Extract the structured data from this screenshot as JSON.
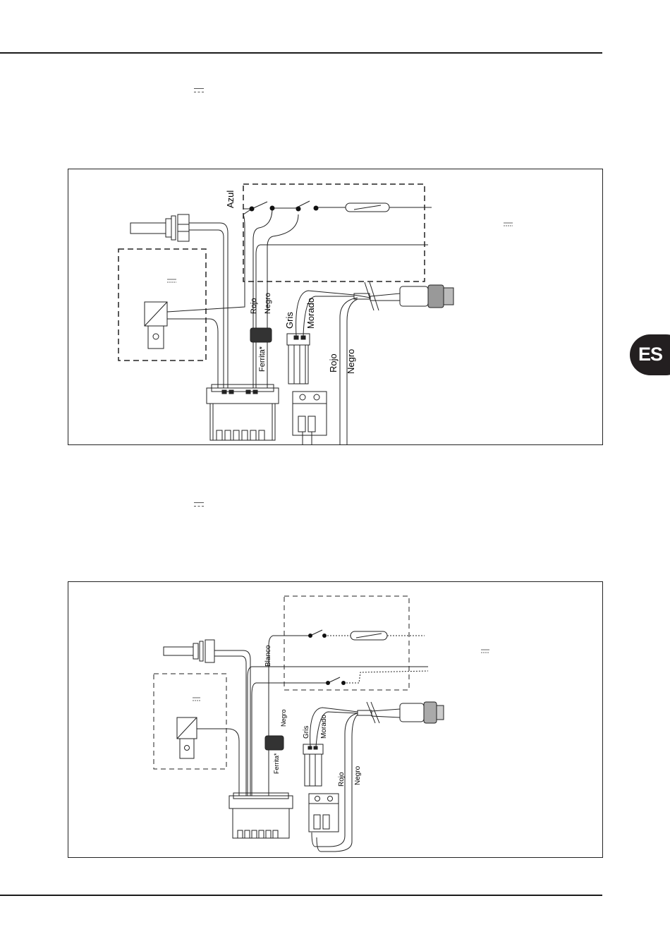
{
  "lang_tab": {
    "label": "ES"
  },
  "diagram1": {
    "wires": {
      "azul": "Azul",
      "rojo_a": "Rojo",
      "negro_a": "Negro",
      "gris": "Gris",
      "morado": "Morado",
      "ferrita": "Ferrita*",
      "rojo_b": "Rojo",
      "negro_b": "Negro"
    }
  },
  "diagram2": {
    "wires": {
      "blanco": "Blanco",
      "negro_a": "Negro",
      "gris": "Gris",
      "morado": "Morado",
      "ferrita": "Ferrita*",
      "rojo": "Rojo",
      "negro_b": "Negro"
    }
  },
  "icons": [
    "dc-symbol-icon",
    "language-tab"
  ]
}
